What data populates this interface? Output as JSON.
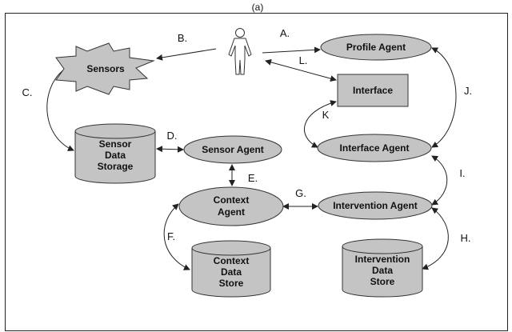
{
  "caption": "(a)",
  "nodes": {
    "sensors": [
      "Sensors"
    ],
    "profile_agent": [
      "Profile Agent"
    ],
    "interface": [
      "Interface"
    ],
    "interface_agent": [
      "Interface Agent"
    ],
    "sensor_agent": [
      "Sensor Agent"
    ],
    "context_agent": [
      "Context",
      "Agent"
    ],
    "intervention_agent": [
      "Intervention Agent"
    ],
    "sensor_data_storage": [
      "Sensor",
      "Data",
      "Storage"
    ],
    "context_data_store": [
      "Context",
      "Data",
      "Store"
    ],
    "intervention_data_store": [
      "Intervention",
      "Data",
      "Store"
    ]
  },
  "user_icon": "person-icon",
  "edge_labels": {
    "a": "A.",
    "b": "B.",
    "c": "C.",
    "d": "D.",
    "e": "E.",
    "f": "F.",
    "g": "G.",
    "h": "H.",
    "i": "I.",
    "j": "J.",
    "k": "K",
    "l": "L."
  },
  "colors": {
    "shape_fill": "#c4c4c4",
    "stroke": "#333333",
    "background": "#ffffff"
  }
}
